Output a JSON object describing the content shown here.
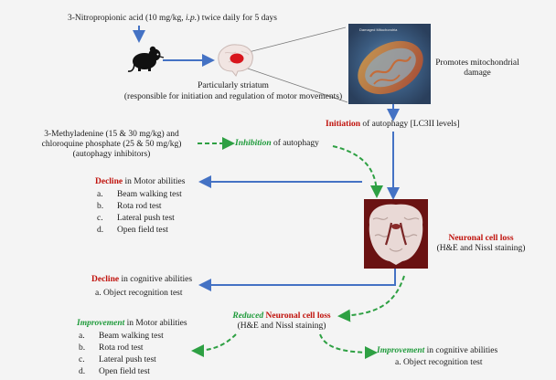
{
  "protocol": {
    "drug": "3-Nitropropionic acid (10 mg/kg,",
    "route": "i.p.",
    "schedule": ") twice daily for 5 days"
  },
  "striatum": {
    "line1": "Particularly striatum",
    "line2": "(responsible for initiation and regulation of motor movements)"
  },
  "mito": {
    "image_caption": "Damaged Mitochondria",
    "line1": "Promotes mitochondrial",
    "line2": "damage"
  },
  "initiation": {
    "bold": "Initiation",
    "rest": " of autophagy [LC3II levels]"
  },
  "inhibitors": {
    "line1": "3-Methyladenine (15 & 30 mg/kg) and",
    "line2": "chloroquine phosphate (25 & 50 mg/kg)",
    "line3": "(autophagy inhibitors)",
    "effect_bold": "Inhibition",
    "effect_rest": " of autophagy"
  },
  "motor_decline": {
    "bold": "Decline",
    "rest": " in Motor abilities",
    "items": [
      {
        "n": "a.",
        "t": "Beam walking test"
      },
      {
        "n": "b.",
        "t": "Rota rod test"
      },
      {
        "n": "c.",
        "t": "Lateral  push test"
      },
      {
        "n": "d.",
        "t": "Open field test"
      }
    ]
  },
  "cell_loss": {
    "title": "Neuronal cell loss",
    "staining": "(H&E and  Nissl staining)"
  },
  "cognitive_decline": {
    "bold": "Decline",
    "rest": " in cognitive abilities",
    "item": "a. Object recognition test"
  },
  "reduced_loss": {
    "green": "Reduced",
    "red": " Neuronal cell loss",
    "staining": "(H&E and  Nissl staining)"
  },
  "motor_improvement": {
    "bold": "Improvement",
    "rest": " in Motor abilities",
    "items": [
      {
        "n": "a.",
        "t": "Beam walking test"
      },
      {
        "n": "b.",
        "t": "Rota rod test"
      },
      {
        "n": "c.",
        "t": "Lateral  push test"
      },
      {
        "n": "d.",
        "t": "Open field test"
      }
    ]
  },
  "cognitive_improvement": {
    "bold": "Improvement",
    "rest": " in cognitive abilities",
    "item": "a. Object recognition test"
  },
  "colors": {
    "blue_arrow": "#4472c4",
    "green_arrow": "#2ea043",
    "red_text": "#c0120c",
    "green_text": "#1e9a3a"
  }
}
